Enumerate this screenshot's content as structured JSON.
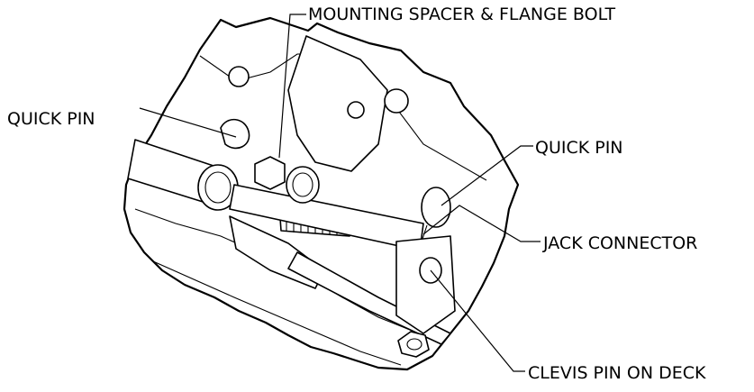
{
  "labels": {
    "mounting_spacer": "MOUNTING SPACER & FLANGE BOLT",
    "quick_pin_left": "QUICK PIN",
    "quick_pin_right": "QUICK PIN",
    "jack_connector": "JACK CONNECTOR",
    "clevis_pin": "CLEVIS PIN ON DECK"
  }
}
